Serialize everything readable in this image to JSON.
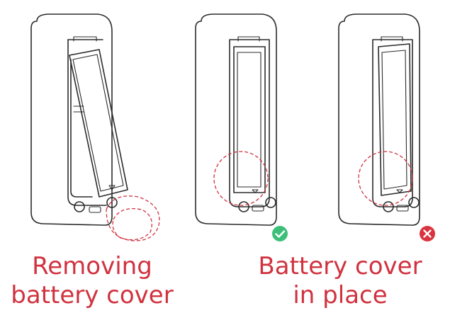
{
  "captions": {
    "removing": [
      "Removing",
      "battery cover"
    ],
    "in_place": [
      "Battery cover",
      "in place"
    ]
  },
  "colors": {
    "accent": "#d0323f",
    "correct": "#3dbf7a",
    "incorrect": "#d9343f",
    "line": "#2b2b2b"
  },
  "icons": {
    "correct": "check-circle-icon",
    "incorrect": "cross-circle-icon"
  }
}
